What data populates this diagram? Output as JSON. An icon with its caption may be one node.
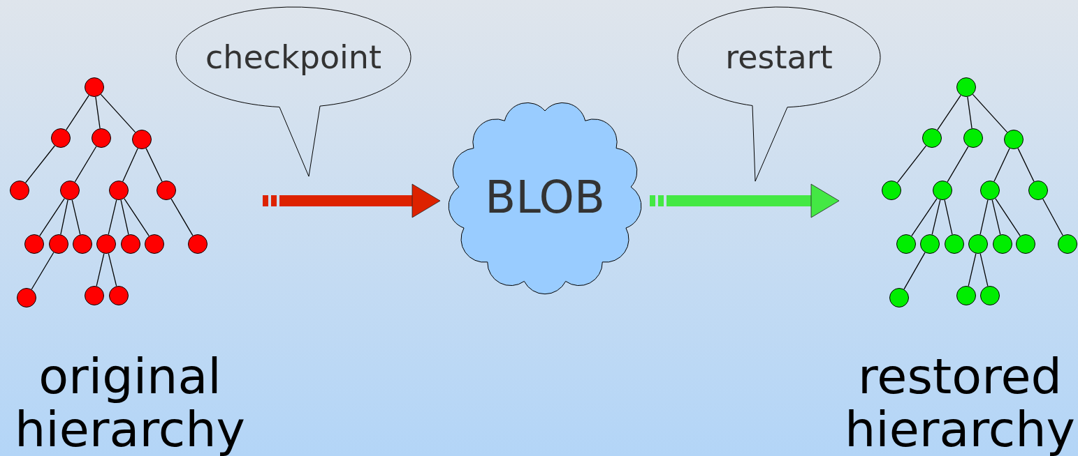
{
  "diagram": {
    "nodes": [
      {
        "text": [
          "original hierarchy"
        ]
      },
      {
        "text": [],
        "shape": "circle",
        "in": 0
      },
      {
        "text": [],
        "shape": "circle",
        "in": 0
      },
      {
        "text": [],
        "shape": "circle",
        "in": 0
      },
      {
        "text": [],
        "shape": "circle",
        "in": 0
      },
      {
        "text": [],
        "shape": "circle",
        "in": 0
      },
      {
        "text": [],
        "shape": "circle",
        "in": 0
      },
      {
        "text": [],
        "shape": "circle",
        "in": 0
      },
      {
        "text": [],
        "shape": "circle",
        "in": 0
      },
      {
        "text": [],
        "shape": "circle",
        "in": 0
      },
      {
        "text": [],
        "shape": "circle",
        "in": 0
      },
      {
        "text": [],
        "shape": "circle",
        "in": 0
      },
      {
        "text": [],
        "shape": "circle",
        "in": 0
      },
      {
        "text": [],
        "shape": "circle",
        "in": 0
      },
      {
        "text": [],
        "shape": "circle",
        "in": 0
      },
      {
        "text": [],
        "shape": "circle",
        "in": 0
      },
      {
        "text": [],
        "shape": "circle",
        "in": 0
      },
      {
        "text": [],
        "shape": "circle",
        "in": 0
      },
      {
        "text": [],
        "shape": "circle",
        "in": 0
      },
      {
        "text": [
          "checkpoint"
        ]
      },
      {
        "text": [
          "BLOB"
        ]
      },
      {
        "text": [
          "restart"
        ]
      },
      {
        "text": [
          "restored hierarchy"
        ]
      },
      {
        "text": [],
        "shape": "circle",
        "in": 22
      },
      {
        "text": [],
        "shape": "circle",
        "in": 22
      },
      {
        "text": [],
        "shape": "circle",
        "in": 22
      },
      {
        "text": [],
        "shape": "circle",
        "in": 22
      },
      {
        "text": [],
        "shape": "circle",
        "in": 22
      },
      {
        "text": [],
        "shape": "circle",
        "in": 22
      },
      {
        "text": [],
        "shape": "circle",
        "in": 22
      },
      {
        "text": [],
        "shape": "circle",
        "in": 22
      },
      {
        "text": [],
        "shape": "circle",
        "in": 22
      },
      {
        "text": [],
        "shape": "circle",
        "in": 22
      },
      {
        "text": [],
        "shape": "circle",
        "in": 22
      },
      {
        "text": [],
        "shape": "circle",
        "in": 22
      },
      {
        "text": [],
        "shape": "circle",
        "in": 22
      },
      {
        "text": [],
        "shape": "circle",
        "in": 22
      },
      {
        "text": [],
        "shape": "circle",
        "in": 22
      },
      {
        "text": [],
        "shape": "circle",
        "in": 22
      },
      {
        "text": [],
        "shape": "circle",
        "in": 22
      },
      {
        "text": [],
        "shape": "circle",
        "in": 22
      }
    ],
    "edges": [
      {
        "from": 1,
        "to": 2,
        "arrow": "none"
      },
      {
        "from": 1,
        "to": 3,
        "arrow": "none"
      },
      {
        "from": 1,
        "to": 4,
        "arrow": "none"
      },
      {
        "from": 2,
        "to": 5,
        "arrow": "none"
      },
      {
        "from": 3,
        "to": 6,
        "arrow": "none"
      },
      {
        "from": 4,
        "to": 7,
        "arrow": "none"
      },
      {
        "from": 4,
        "to": 8,
        "arrow": "none"
      },
      {
        "from": 6,
        "to": 9,
        "arrow": "none"
      },
      {
        "from": 6,
        "to": 10,
        "arrow": "none"
      },
      {
        "from": 6,
        "to": 11,
        "arrow": "none"
      },
      {
        "from": 7,
        "to": 12,
        "arrow": "none"
      },
      {
        "from": 7,
        "to": 13,
        "arrow": "none"
      },
      {
        "from": 7,
        "to": 14,
        "arrow": "none"
      },
      {
        "from": 8,
        "to": 15,
        "arrow": "none"
      },
      {
        "from": 10,
        "to": 16,
        "arrow": "none"
      },
      {
        "from": 12,
        "to": 17,
        "arrow": "none"
      },
      {
        "from": 12,
        "to": 18,
        "arrow": "none"
      },
      {
        "from": 0,
        "to": 20,
        "arrow": "to",
        "style": "thick",
        "color": "#dd2200"
      },
      {
        "from": 20,
        "to": 22,
        "arrow": "to",
        "style": "thick",
        "color": "#44e844"
      },
      {
        "from": 23,
        "to": 24,
        "arrow": "none"
      },
      {
        "from": 23,
        "to": 25,
        "arrow": "none"
      },
      {
        "from": 23,
        "to": 26,
        "arrow": "none"
      },
      {
        "from": 24,
        "to": 27,
        "arrow": "none"
      },
      {
        "from": 25,
        "to": 28,
        "arrow": "none"
      },
      {
        "from": 26,
        "to": 29,
        "arrow": "none"
      },
      {
        "from": 26,
        "to": 30,
        "arrow": "none"
      },
      {
        "from": 28,
        "to": 31,
        "arrow": "none"
      },
      {
        "from": 28,
        "to": 32,
        "arrow": "none"
      },
      {
        "from": 28,
        "to": 33,
        "arrow": "none"
      },
      {
        "from": 29,
        "to": 34,
        "arrow": "none"
      },
      {
        "from": 29,
        "to": 35,
        "arrow": "none"
      },
      {
        "from": 29,
        "to": 36,
        "arrow": "none"
      },
      {
        "from": 30,
        "to": 37,
        "arrow": "none"
      },
      {
        "from": 32,
        "to": 38,
        "arrow": "none"
      },
      {
        "from": 34,
        "to": 39,
        "arrow": "none"
      },
      {
        "from": 34,
        "to": 40,
        "arrow": "none"
      }
    ]
  }
}
